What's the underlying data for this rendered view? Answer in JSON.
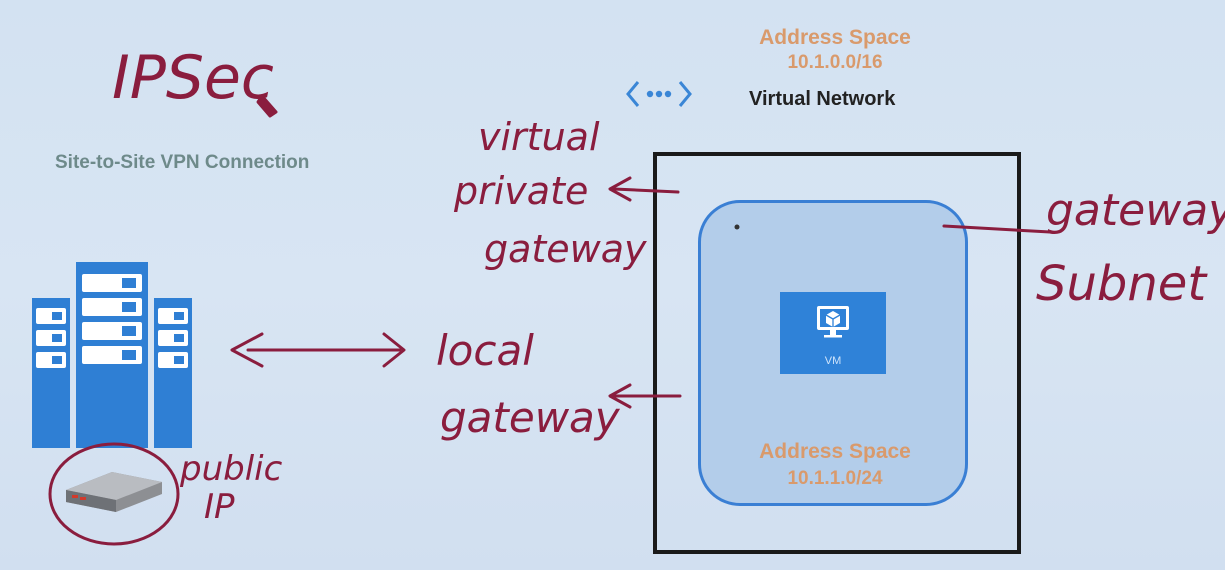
{
  "diagram": {
    "vpn_connection_title": "Site-to-Site VPN Connection",
    "vnet_icon": "peering-dots-icon",
    "virtual_network": {
      "address_space_label": "Address Space",
      "address_space_value": "10.1.0.0/16",
      "label": "Virtual Network"
    },
    "subnet": {
      "address_space_label": "Address Space",
      "address_space_value": "10.1.1.0/24"
    },
    "vm": {
      "label": "VM",
      "icon": "monitor-cube-icon"
    },
    "on_prem_icon": "server-rack-icon",
    "router_icon": "router-icon",
    "handwritten": {
      "ipsec": "IPSec",
      "virtual_private_gateway": [
        "virtual",
        "private",
        "gateway"
      ],
      "local_gateway": [
        "local",
        "gateway"
      ],
      "gateway_subnet": [
        "gateway",
        "Subnet"
      ],
      "public_ip": [
        "public",
        "IP"
      ]
    },
    "colors": {
      "ink": "#8a1d3e",
      "azure_blue": "#2f82d8",
      "address_text": "#d99a6c",
      "background": "#d5e3f2"
    }
  }
}
